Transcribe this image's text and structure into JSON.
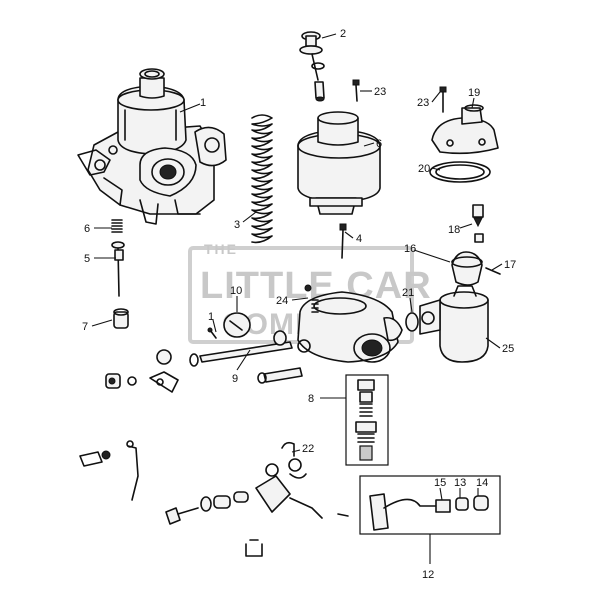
{
  "watermark": {
    "line1": "THE",
    "line2": "LITTLE CAR",
    "line3": "COMPANY"
  },
  "callouts": [
    {
      "id": "c1",
      "label": "1"
    },
    {
      "id": "c2",
      "label": "2"
    },
    {
      "id": "c3",
      "label": "3"
    },
    {
      "id": "c4",
      "label": "4"
    },
    {
      "id": "c5",
      "label": "5"
    },
    {
      "id": "c6a",
      "label": "6"
    },
    {
      "id": "c6b",
      "label": "6"
    },
    {
      "id": "c7",
      "label": "7"
    },
    {
      "id": "c8",
      "label": "8"
    },
    {
      "id": "c9",
      "label": "9"
    },
    {
      "id": "c10",
      "label": "10"
    },
    {
      "id": "c11",
      "label": "1"
    },
    {
      "id": "c12",
      "label": "12"
    },
    {
      "id": "c13",
      "label": "13"
    },
    {
      "id": "c14",
      "label": "14"
    },
    {
      "id": "c15",
      "label": "15"
    },
    {
      "id": "c16",
      "label": "16"
    },
    {
      "id": "c17",
      "label": "17"
    },
    {
      "id": "c18",
      "label": "18"
    },
    {
      "id": "c19",
      "label": "19"
    },
    {
      "id": "c20",
      "label": "20"
    },
    {
      "id": "c21",
      "label": "21"
    },
    {
      "id": "c22",
      "label": "22"
    },
    {
      "id": "c23a",
      "label": "23"
    },
    {
      "id": "c23b",
      "label": "23"
    },
    {
      "id": "c24",
      "label": "24"
    },
    {
      "id": "c25",
      "label": "25"
    }
  ]
}
